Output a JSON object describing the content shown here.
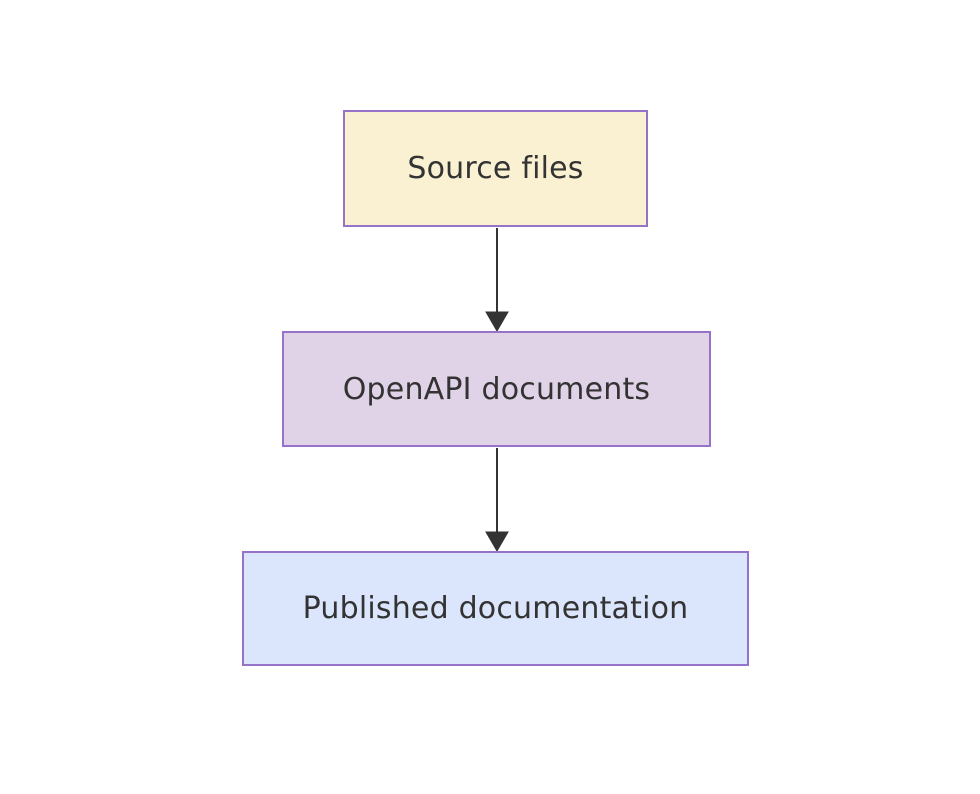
{
  "diagram": {
    "type": "flowchart",
    "direction": "top-down",
    "background_color": "#ffffff",
    "node_border_color": "#9673c9",
    "node_text_color": "#333333",
    "edge_color": "#333333",
    "nodes": [
      {
        "id": "source",
        "label": "Source files",
        "fill": "#faf0d2"
      },
      {
        "id": "openapi",
        "label": "OpenAPI documents",
        "fill": "#e0d3e8"
      },
      {
        "id": "published",
        "label": "Published documentation",
        "fill": "#dbe5fb"
      }
    ],
    "edges": [
      {
        "from": "source",
        "to": "openapi"
      },
      {
        "from": "openapi",
        "to": "published"
      }
    ]
  }
}
